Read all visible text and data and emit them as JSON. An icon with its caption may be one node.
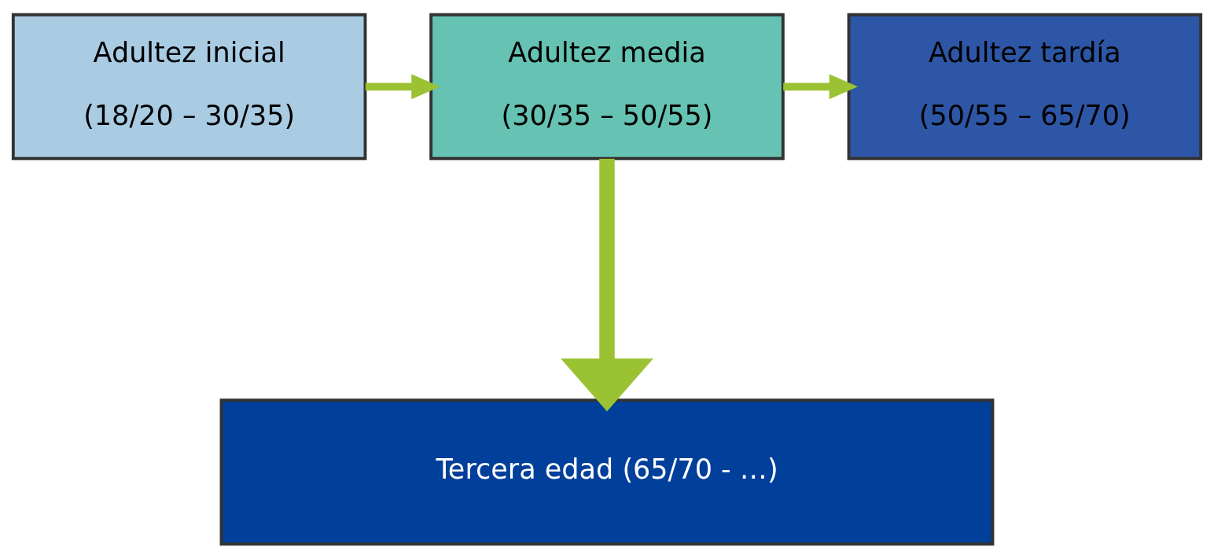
{
  "diagram": {
    "nodes": [
      {
        "text": [
          "Adultez inicial",
          "(18/20 – 30/35)"
        ]
      },
      {
        "text": [
          "Adultez media",
          "(30/35 – 50/55)"
        ]
      },
      {
        "text": [
          "Adultez tardía",
          "(50/55 – 65/70)"
        ]
      },
      {
        "text": [
          "Tercera edad (65/70 - …)"
        ]
      }
    ],
    "edges": [
      {
        "from": 0,
        "to": 1,
        "arrow": "to"
      },
      {
        "from": 1,
        "to": 2,
        "arrow": "to"
      },
      {
        "from": 1,
        "to": 3,
        "arrow": "to",
        "style": "thick"
      }
    ]
  }
}
